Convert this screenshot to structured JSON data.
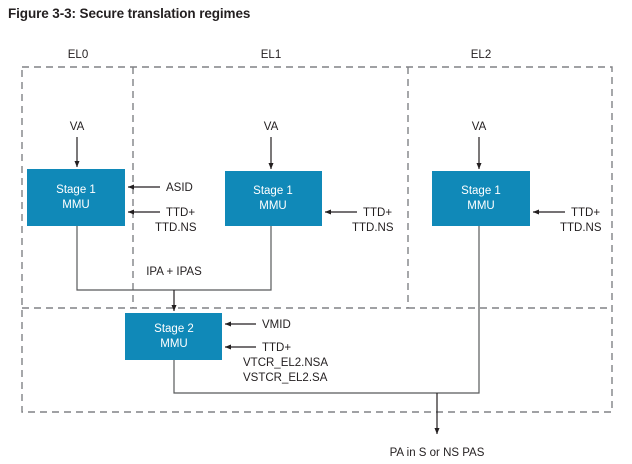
{
  "figure": {
    "title": "Figure 3-3: Secure translation regimes",
    "accent_color": "#1089b8",
    "dash_color": "#808285",
    "line_color": "#58595b"
  },
  "regions": [
    {
      "id": "el0",
      "label": "EL0"
    },
    {
      "id": "el1",
      "label": "EL1"
    },
    {
      "id": "el2",
      "label": "EL2"
    }
  ],
  "blocks": {
    "el0_stage1": {
      "line1": "Stage 1",
      "line2": "MMU"
    },
    "el1_stage1": {
      "line1": "Stage 1",
      "line2": "MMU"
    },
    "el2_stage1": {
      "line1": "Stage 1",
      "line2": "MMU"
    },
    "stage2": {
      "line1": "Stage 2",
      "line2": "MMU"
    }
  },
  "inputs": {
    "el0_va": "VA",
    "el1_va": "VA",
    "el2_va": "VA",
    "el0_asid": "ASID",
    "el0_ttd_line1": "TTD+",
    "el0_ttd_line2": "TTD.NS",
    "el1_ttd_line1": "TTD+",
    "el1_ttd_line2": "TTD.NS",
    "el2_ttd_line1": "TTD+",
    "el2_ttd_line2": "TTD.NS",
    "stage2_vmid": "VMID",
    "stage2_ttd_line1": "TTD+",
    "stage2_ttd_line2": "VTCR_EL2.NSA",
    "stage2_ttd_line3": "VSTCR_EL2.SA"
  },
  "flows": {
    "ipa": "IPA + IPAS",
    "output": "PA in S or NS PAS"
  }
}
